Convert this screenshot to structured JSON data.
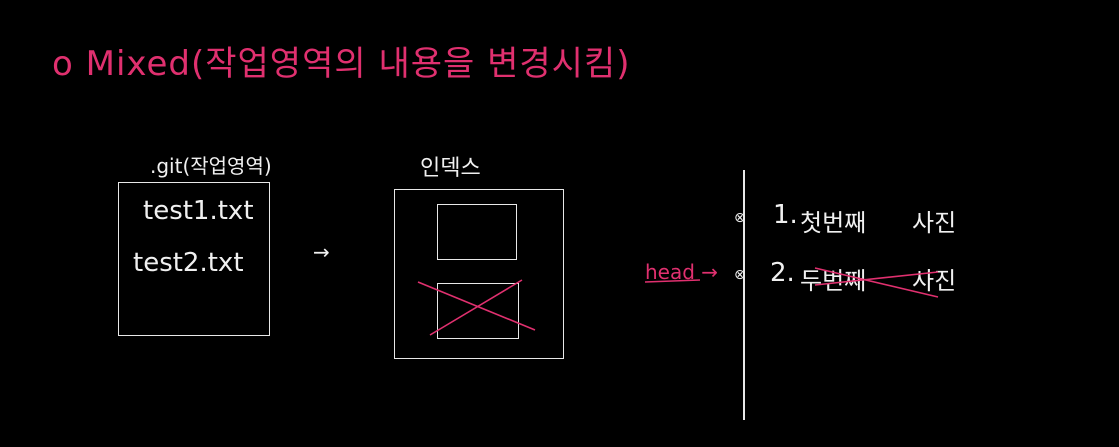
{
  "title": "o Mixed(작업영역의 내용을 변경시킴)",
  "workdir": {
    "label": ".git(작업영역)",
    "files": [
      "test1.txt",
      "test2.txt"
    ]
  },
  "arrow_label": "→",
  "index": {
    "label": "인덱스"
  },
  "timeline": {
    "items": [
      {
        "number": "1.",
        "text": "첫번째",
        "text2": "사진"
      },
      {
        "number": "2.",
        "text": "두번째",
        "text2": "사진"
      }
    ],
    "head_label": "head →"
  },
  "colors": {
    "background": "#000000",
    "ink": "#f0f0f0",
    "accent": "#e0306f"
  }
}
